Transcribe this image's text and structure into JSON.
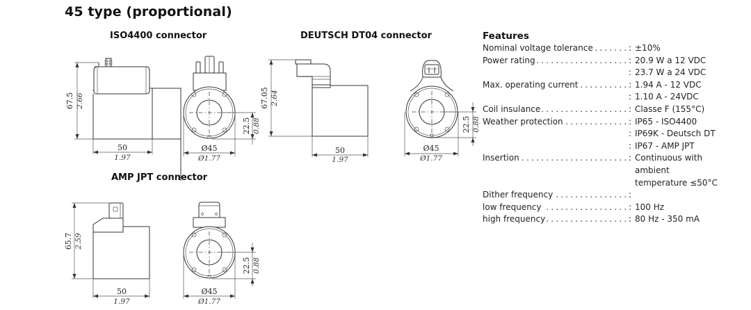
{
  "page": {
    "title": "45 type (proportional)"
  },
  "drawings": {
    "iso4400": {
      "heading": "ISO4400 connector",
      "height_mm": "67.5",
      "height_in": "2.66",
      "width_mm": "50",
      "width_in": "1.97",
      "diameter_mm": "Ø45",
      "diameter_in": "Ø1.77",
      "offset_mm": "22.5",
      "offset_in": "0.88"
    },
    "deutsch": {
      "heading": "DEUTSCH DT04 connector",
      "height_mm": "67.05",
      "height_in": "2.64",
      "width_mm": "50",
      "width_in": "1.97",
      "diameter_mm": "Ø45",
      "diameter_in": "Ø1.77",
      "offset_mm": "22.5",
      "offset_in": "0.88"
    },
    "amp": {
      "heading": "AMP JPT connector",
      "height_mm": "65.7",
      "height_in": "2.59",
      "width_mm": "50",
      "width_in": "1.97",
      "diameter_mm": "Ø45",
      "diameter_in": "Ø1.77",
      "offset_mm": "22.5",
      "offset_in": "0.88"
    }
  },
  "features": {
    "heading": "Features",
    "rows": [
      {
        "label": "Nominal voltage tolerance",
        "value": "±10%"
      },
      {
        "label": "Power rating",
        "value": "20.9 W a 12 VDC"
      },
      {
        "label": "",
        "value": "23.7 W a 24 VDC"
      },
      {
        "label": "Max. operating current",
        "value": "1.94 A - 12 VDC"
      },
      {
        "label": "",
        "value": "1.10 A - 24VDC"
      },
      {
        "label": "Coil insulance",
        "value": "Classe F (155°C)"
      },
      {
        "label": "Weather protection",
        "value": "IP65 - ISO4400"
      },
      {
        "label": "",
        "value": "IP69K - Deutsch DT"
      },
      {
        "label": "",
        "value": "IP67 - AMP JPT"
      },
      {
        "label": "Insertion",
        "value": "Continuous with"
      },
      {
        "label": "",
        "value": "ambient",
        "continuation": true
      },
      {
        "label": "",
        "value": "temperature ≤50°C",
        "continuation": true
      },
      {
        "label": "Dither frequency",
        "value": ""
      },
      {
        "label": "low frequency",
        "value": "100 Hz"
      },
      {
        "label": "high frequency",
        "value": "80 Hz - 350 mA"
      }
    ]
  }
}
